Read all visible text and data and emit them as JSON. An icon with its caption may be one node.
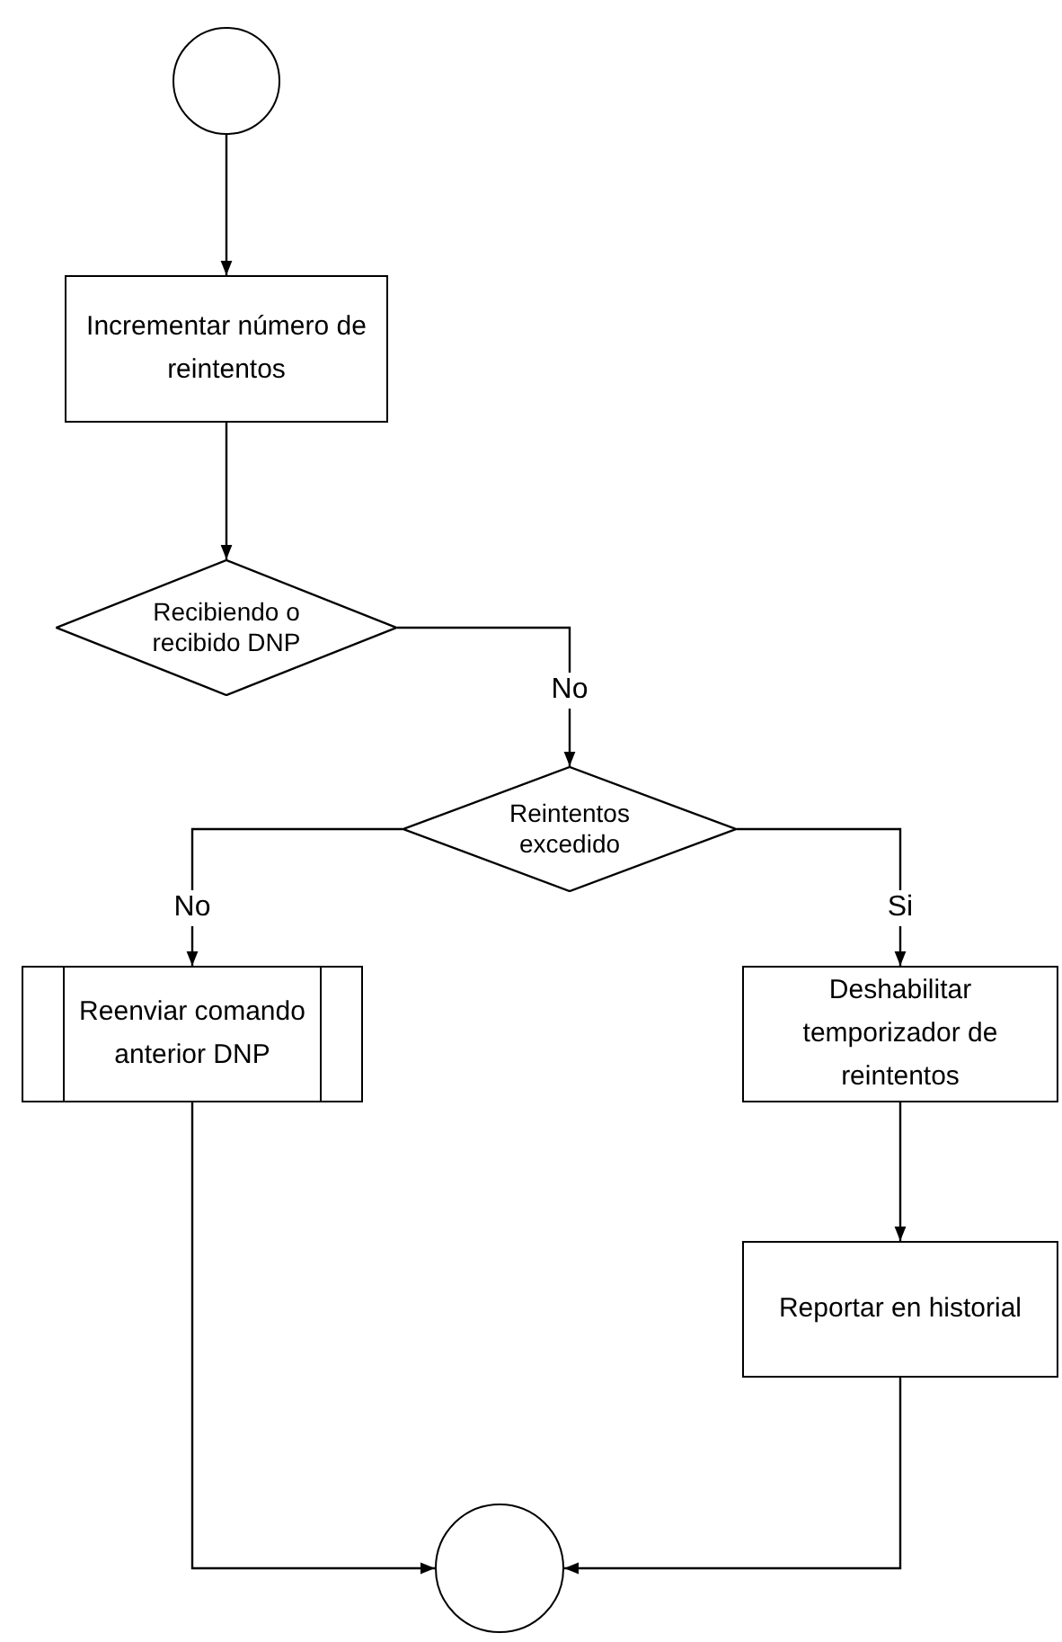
{
  "diagram": {
    "nodes": [
      {
        "text": [],
        "shape": "circle"
      },
      {
        "text": [
          "Incrementar número de reintentos"
        ]
      },
      {
        "text": [
          "Recibiendo o recibido DNP"
        ]
      },
      {
        "text": [
          "Reintentos excedido"
        ]
      },
      {
        "text": [
          "Reenviar comando anterior DNP"
        ]
      },
      {
        "text": [
          "Deshabilitar temporizador de reintentos"
        ]
      },
      {
        "text": [
          "Reportar en historial"
        ]
      },
      {
        "text": [],
        "shape": "circle"
      }
    ],
    "edges": [
      {
        "from": 0,
        "to": 1,
        "arrow": "to"
      },
      {
        "from": 1,
        "to": 2,
        "arrow": "to"
      },
      {
        "from": 2,
        "to": 3,
        "arrow": "to",
        "label": "No"
      },
      {
        "from": 3,
        "to": 4,
        "arrow": "to",
        "label": "No"
      },
      {
        "from": 3,
        "to": 5,
        "arrow": "to",
        "label": "Si"
      },
      {
        "from": 4,
        "to": 7,
        "arrow": "to"
      },
      {
        "from": 5,
        "to": 6,
        "arrow": "to"
      },
      {
        "from": 6,
        "to": 7,
        "arrow": "to"
      }
    ]
  }
}
